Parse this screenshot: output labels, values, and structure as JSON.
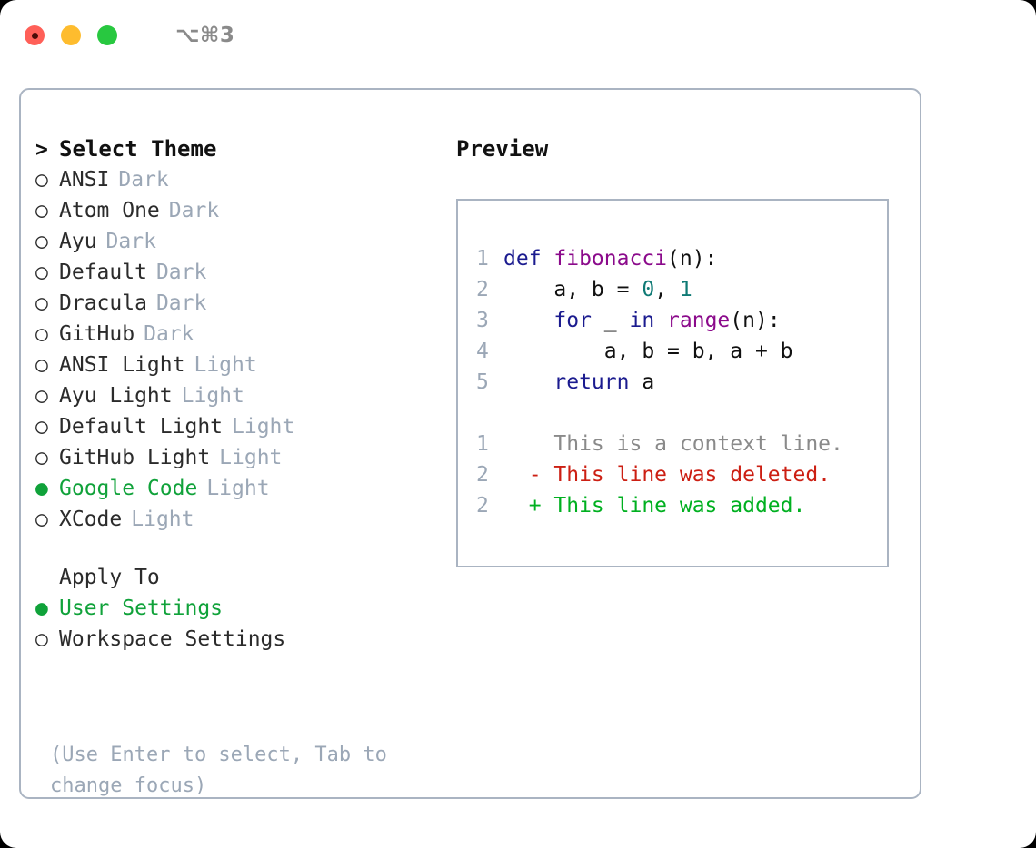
{
  "window": {
    "shortcut": "⌥⌘3",
    "traffic_lights": [
      {
        "name": "close-button",
        "color": "#ff6058",
        "recording_dot": true
      },
      {
        "name": "minimize-button",
        "color": "#febc2e",
        "recording_dot": false
      },
      {
        "name": "maximize-button",
        "color": "#28c840",
        "recording_dot": false
      }
    ]
  },
  "theme_picker": {
    "title": "Select Theme",
    "caret": ">",
    "marker_unselected": "○",
    "marker_selected": "●",
    "accent_color": "#10a23a",
    "badge_color": "#9ba7b6",
    "items": [
      {
        "label": "ANSI",
        "badge": "Dark",
        "selected": false
      },
      {
        "label": "Atom One",
        "badge": "Dark",
        "selected": false
      },
      {
        "label": "Ayu",
        "badge": "Dark",
        "selected": false
      },
      {
        "label": "Default",
        "badge": "Dark",
        "selected": false
      },
      {
        "label": "Dracula",
        "badge": "Dark",
        "selected": false
      },
      {
        "label": "GitHub",
        "badge": "Dark",
        "selected": false
      },
      {
        "label": "ANSI Light",
        "badge": "Light",
        "selected": false
      },
      {
        "label": "Ayu Light",
        "badge": "Light",
        "selected": false
      },
      {
        "label": "Default Light",
        "badge": "Light",
        "selected": false
      },
      {
        "label": "GitHub Light",
        "badge": "Light",
        "selected": false
      },
      {
        "label": "Google Code",
        "badge": "Light",
        "selected": true
      },
      {
        "label": "XCode",
        "badge": "Light",
        "selected": false
      }
    ]
  },
  "apply_to": {
    "title": "Apply To",
    "items": [
      {
        "label": "User Settings",
        "selected": true
      },
      {
        "label": "Workspace Settings",
        "selected": false
      }
    ]
  },
  "hint": "(Use Enter to select, Tab to change focus)",
  "preview": {
    "title": "Preview",
    "code_lines": [
      {
        "number": "1",
        "tokens": [
          {
            "text": "def ",
            "type": "kw"
          },
          {
            "text": "fibonacci",
            "type": "fn"
          },
          {
            "text": "(n):",
            "type": "plain"
          }
        ]
      },
      {
        "number": "2",
        "tokens": [
          {
            "text": "    a, b = ",
            "type": "plain"
          },
          {
            "text": "0",
            "type": "num"
          },
          {
            "text": ", ",
            "type": "plain"
          },
          {
            "text": "1",
            "type": "num"
          }
        ]
      },
      {
        "number": "3",
        "tokens": [
          {
            "text": "    ",
            "type": "plain"
          },
          {
            "text": "for",
            "type": "kw"
          },
          {
            "text": " _ ",
            "type": "plain"
          },
          {
            "text": "in",
            "type": "kw"
          },
          {
            "text": " ",
            "type": "plain"
          },
          {
            "text": "range",
            "type": "fn"
          },
          {
            "text": "(n):",
            "type": "plain"
          }
        ]
      },
      {
        "number": "4",
        "tokens": [
          {
            "text": "        a, b = b, a + b",
            "type": "plain"
          }
        ]
      },
      {
        "number": "5",
        "tokens": [
          {
            "text": "    ",
            "type": "plain"
          },
          {
            "text": "return",
            "type": "kw"
          },
          {
            "text": " a",
            "type": "plain"
          }
        ]
      }
    ],
    "diff_lines": [
      {
        "number": "1",
        "marker": " ",
        "text": " This is a context line.",
        "type": "ctx"
      },
      {
        "number": "2",
        "marker": "-",
        "text": " This line was deleted.",
        "type": "del"
      },
      {
        "number": "2",
        "marker": "+",
        "text": " This line was added.",
        "type": "add"
      }
    ]
  }
}
